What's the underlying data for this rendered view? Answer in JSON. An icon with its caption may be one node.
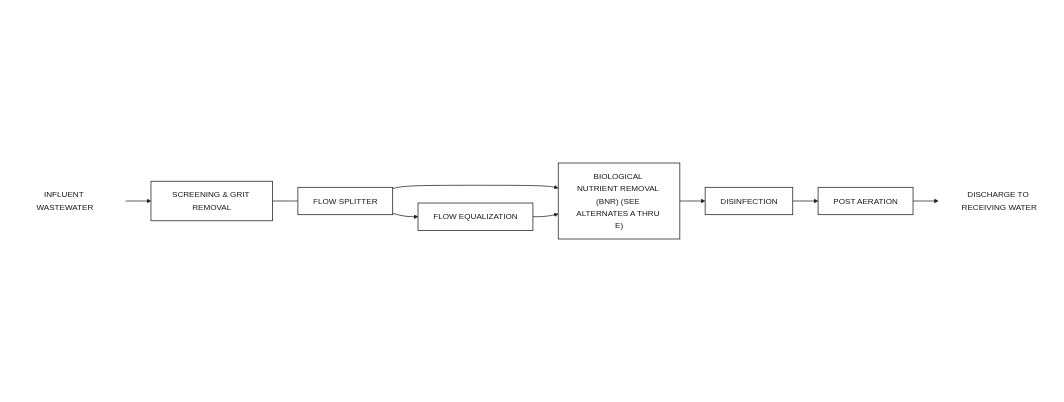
{
  "diagram": {
    "nodes": [
      {
        "text": [
          "INFLUENT WASTEWATER"
        ]
      },
      {
        "text": [
          "SCREENING & GRIT REMOVAL"
        ]
      },
      {
        "text": [
          "FLOW SPLITTER"
        ]
      },
      {
        "text": [
          "FLOW EQUALIZATION"
        ]
      },
      {
        "text": [
          "BIOLOGICAL NUTRIENT REMOVAL (BNR) (SEE ALTERNATES A THRU E)"
        ]
      },
      {
        "text": [
          "DISINFECTION"
        ]
      },
      {
        "text": [
          "POST AERATION"
        ]
      },
      {
        "text": [
          "DISCHARGE TO RECEIVING WATER"
        ]
      }
    ],
    "edges": [
      {
        "from": 0,
        "to": 1,
        "arrow": "to"
      },
      {
        "from": 1,
        "to": 2,
        "arrow": "none"
      },
      {
        "from": 2,
        "to": 4,
        "arrow": "to"
      },
      {
        "from": 2,
        "to": 3,
        "arrow": "to"
      },
      {
        "from": 3,
        "to": 4,
        "arrow": "to"
      },
      {
        "from": 4,
        "to": 5,
        "arrow": "to"
      },
      {
        "from": 5,
        "to": 6,
        "arrow": "to"
      },
      {
        "from": 6,
        "to": 7,
        "arrow": "to"
      }
    ]
  }
}
